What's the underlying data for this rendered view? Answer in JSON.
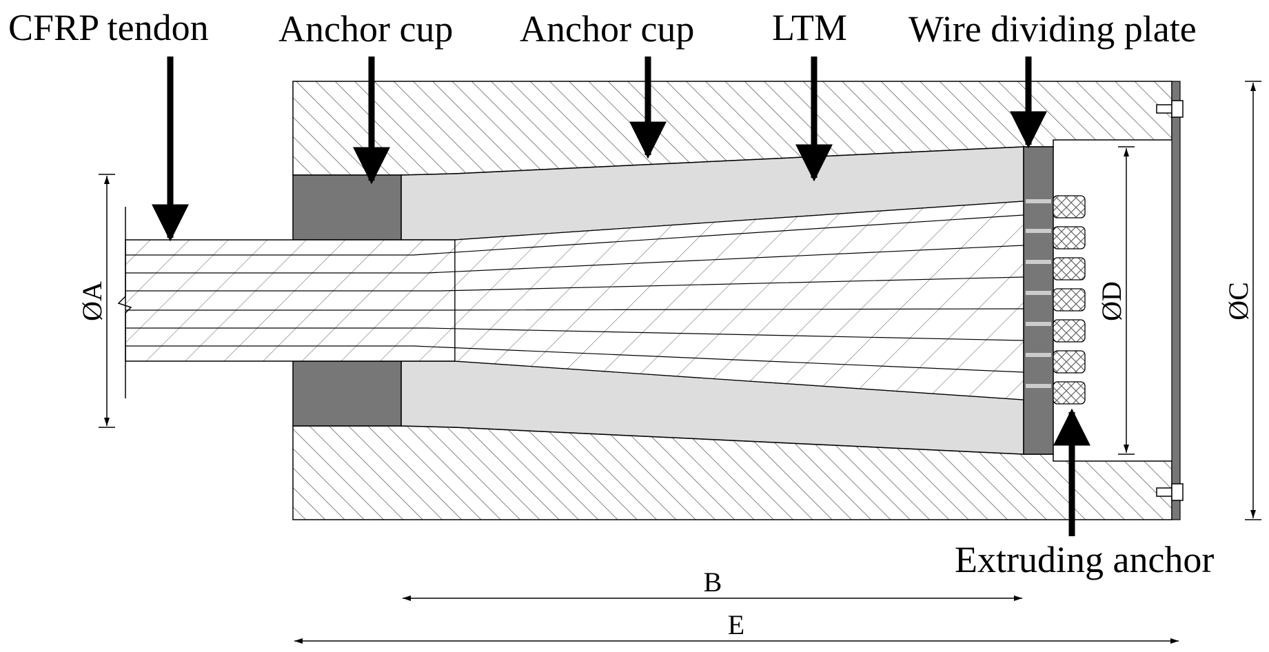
{
  "labels": {
    "cfrp_tendon": "CFRP tendon",
    "anchor_cup_1": "Anchor cup",
    "anchor_cup_2": "Anchor cup",
    "ltm": "LTM",
    "wire_dividing_plate": "Wire dividing plate",
    "extruding_anchor": "Extruding anchor"
  },
  "dimensions": {
    "a": "ØA",
    "b": "B",
    "c": "ØC",
    "d": "ØD",
    "e": "E"
  },
  "colors": {
    "steel_hatch": "#555555",
    "ltm_fill": "#dddddd",
    "plate_fill": "#777777",
    "tendon_hatch": "#777777",
    "outline": "#000000"
  }
}
